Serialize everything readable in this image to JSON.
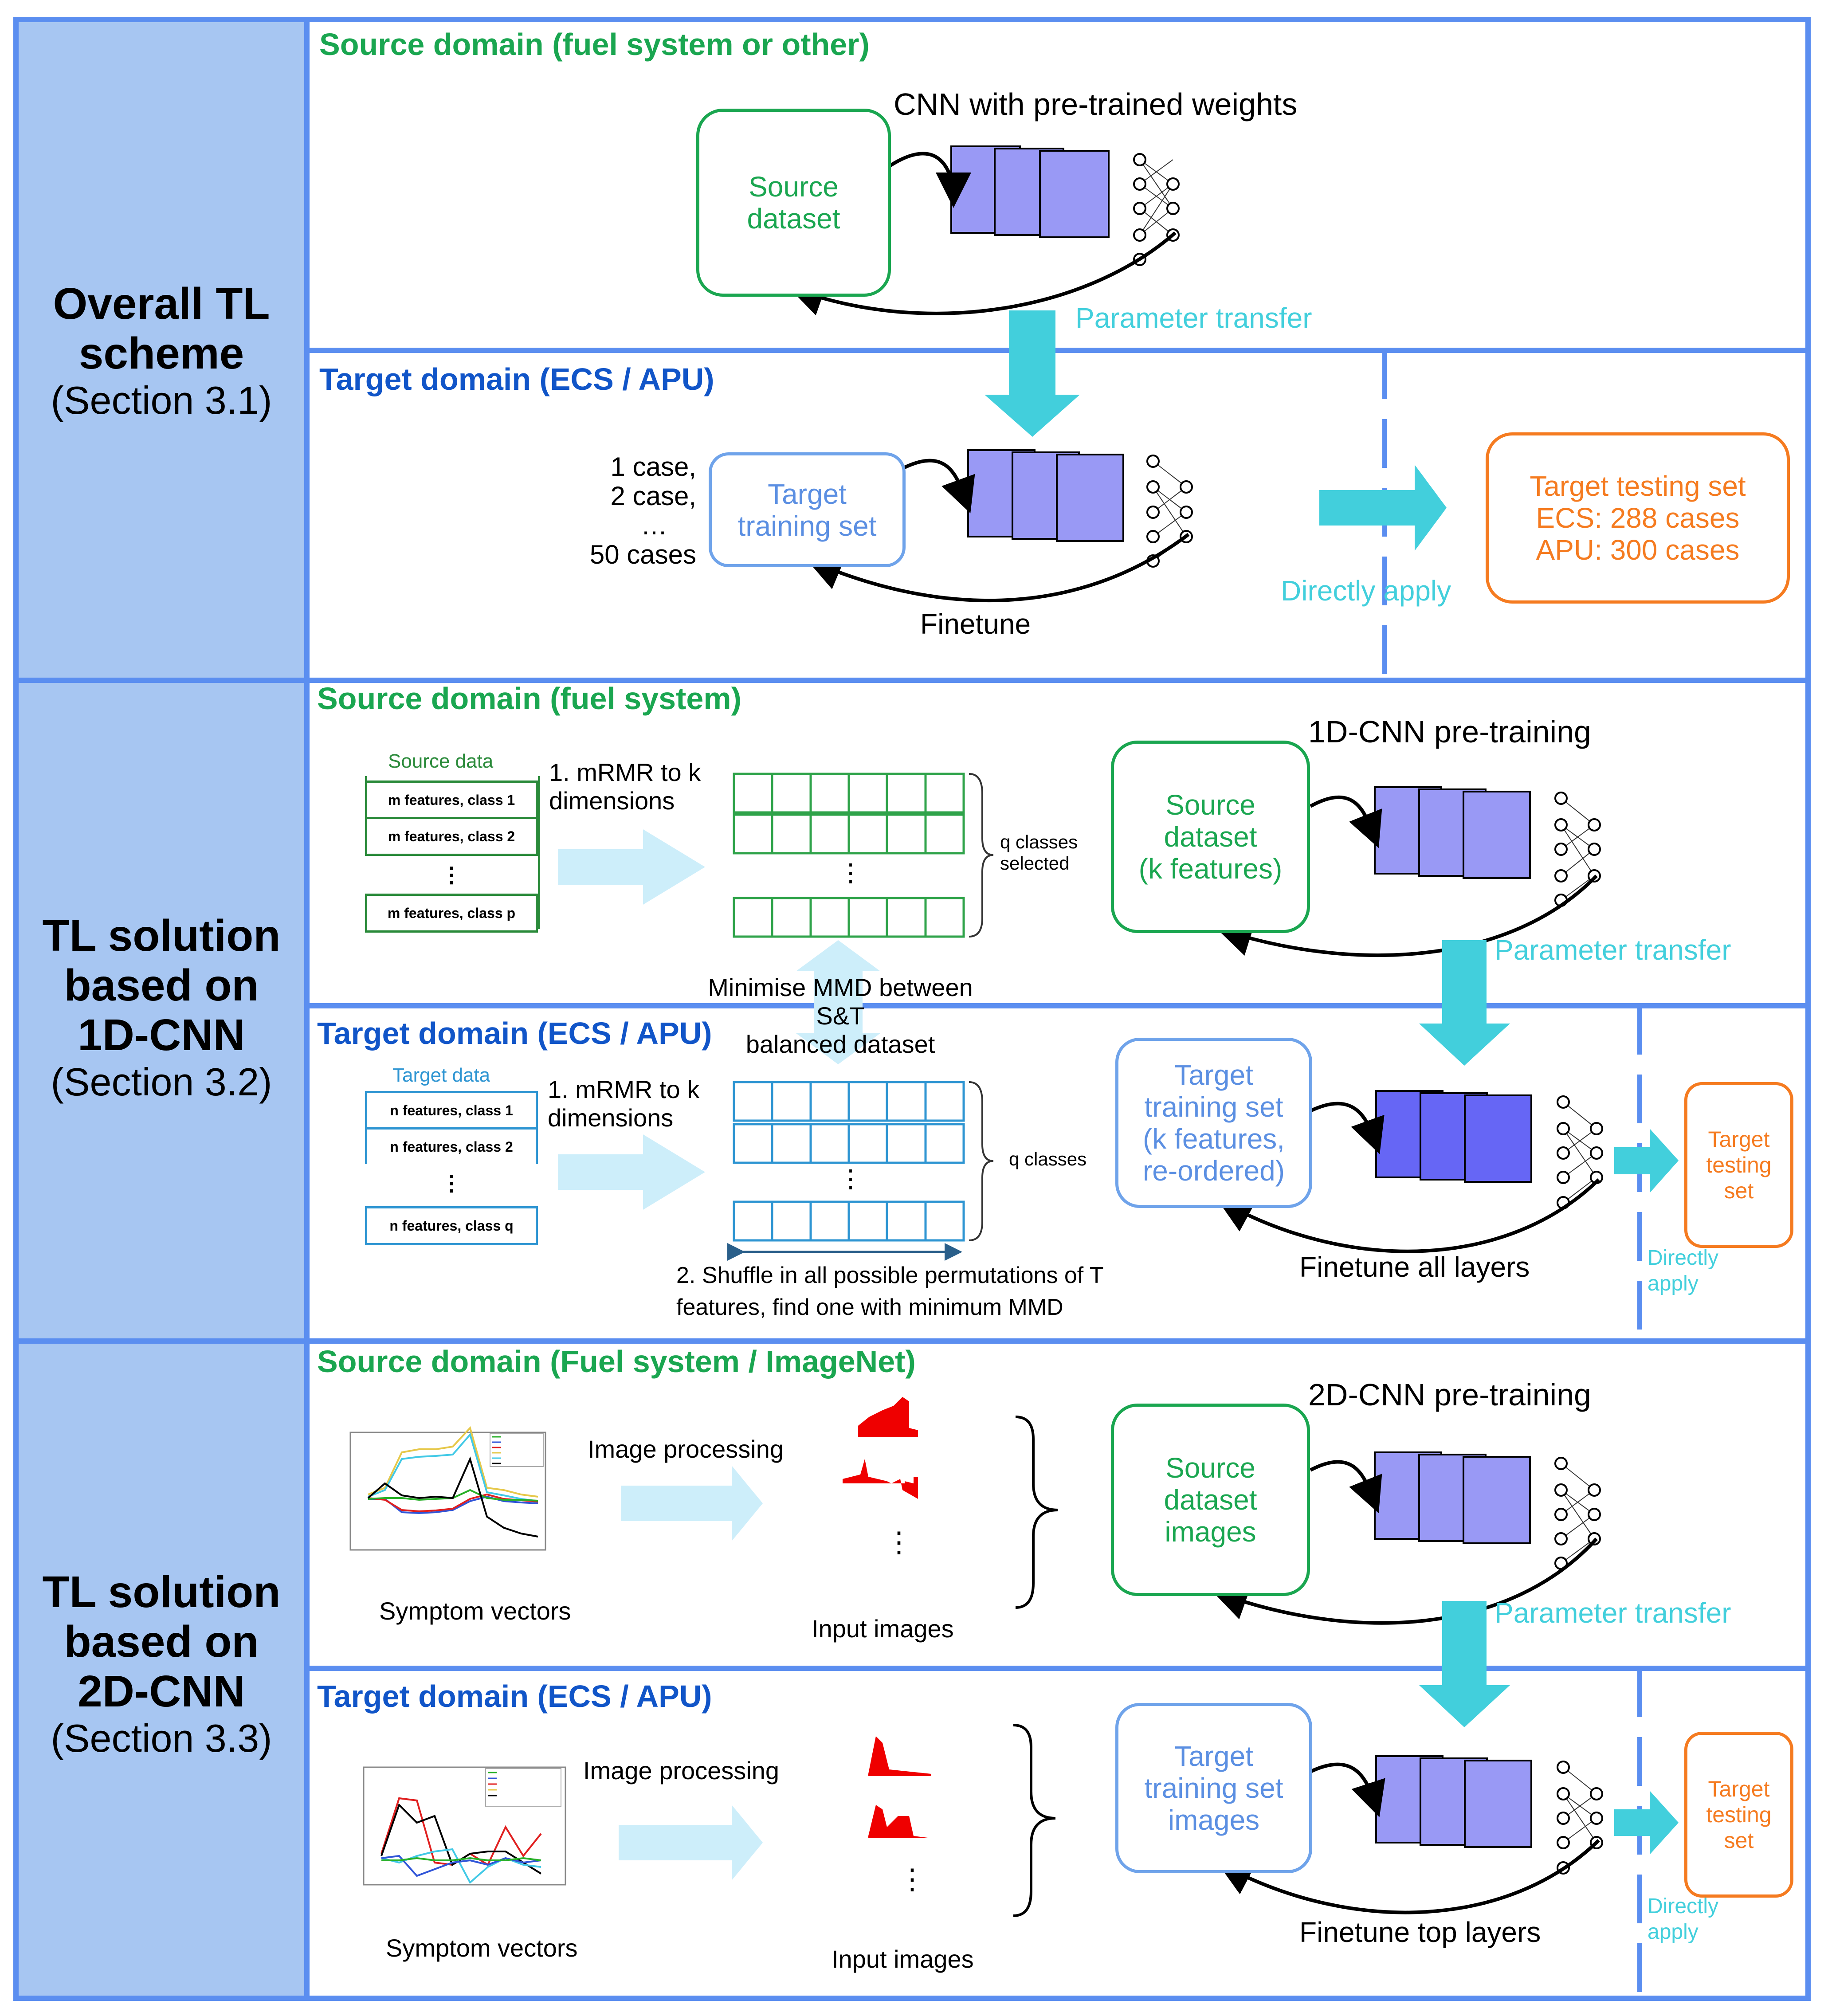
{
  "colors": {
    "frame": "#5b8ef0",
    "sidebar": "#a7c6f2",
    "source_green": "#1aa650",
    "target_blue": "#1155c8",
    "transfer_cyan": "#42cfdc",
    "test_orange": "#f57b20",
    "layer_purple": "#9999f5",
    "layer_purple_dark": "#6666f5",
    "light_arrow": "#cdeefa",
    "plot_red": "#ef0000"
  },
  "sections": [
    {
      "title_lines": [
        "Overall TL",
        "scheme"
      ],
      "subtitle": "(Section 3.1)"
    },
    {
      "title_lines": [
        "TL solution",
        "based on",
        "1D-CNN"
      ],
      "subtitle": "(Section 3.2)"
    },
    {
      "title_lines": [
        "TL solution",
        "based on",
        "2D-CNN"
      ],
      "subtitle": "(Section 3.3)"
    }
  ],
  "s1": {
    "source_header": "Source domain (fuel system or other)",
    "cnn_label": "CNN with pre-trained weights",
    "source_box": [
      "Source",
      "dataset"
    ],
    "param_transfer": "Parameter transfer",
    "target_header": "Target domain (ECS / APU)",
    "cases": [
      "1 case,",
      "2 case,",
      "…",
      "50 cases"
    ],
    "target_box": [
      "Target",
      "training set"
    ],
    "finetune": "Finetune",
    "directly_apply": "Directly apply",
    "test_box": [
      "Target testing set",
      "ECS: 288 cases",
      "APU: 300 cases"
    ]
  },
  "s2": {
    "source_header": "Source domain (fuel system)",
    "source_data_title": "Source data",
    "source_rows": [
      "m features, class 1",
      "m features, class 2",
      "⋮",
      "m features, class p"
    ],
    "mrmr_source": [
      "1. mRMR to k",
      "dimensions"
    ],
    "q_selected": [
      "q classes",
      "selected"
    ],
    "pretrain_label": "1D-CNN pre-training",
    "source_box": [
      "Source",
      "dataset",
      "(k features)"
    ],
    "param_transfer": "Parameter transfer",
    "mmd_label": [
      "Minimise MMD between S&T",
      "balanced dataset"
    ],
    "target_header": "Target domain (ECS / APU)",
    "target_data_title": "Target data",
    "target_rows": [
      "n features, class 1",
      "n features, class 2",
      "⋮",
      "n features, class q"
    ],
    "mrmr_target": [
      "1. mRMR to k",
      "dimensions"
    ],
    "q_classes": "q classes",
    "shuffle": [
      "2. Shuffle in all possible permutations of T",
      "features, find one with minimum MMD"
    ],
    "target_box": [
      "Target",
      "training set",
      "(k features,",
      "re-ordered)"
    ],
    "finetune": "Finetune all layers",
    "test_box": [
      "Target",
      "testing",
      "set"
    ],
    "directly_apply": [
      "Directly",
      "apply"
    ],
    "dots": "⋮"
  },
  "s3": {
    "source_header": "Source domain (Fuel system / ImageNet)",
    "image_processing": "Image processing",
    "symptom_vectors": "Symptom vectors",
    "input_images": "Input images",
    "pretrain_label": "2D-CNN pre-training",
    "source_box": [
      "Source",
      "dataset",
      "images"
    ],
    "param_transfer": "Parameter transfer",
    "target_header": "Target domain (ECS / APU)",
    "target_image_processing": "Image processing",
    "target_symptom_vectors": "Symptom vectors",
    "target_input_images": "Input images",
    "target_box": [
      "Target",
      "training set",
      "images"
    ],
    "finetune": "Finetune top layers",
    "test_box": [
      "Target",
      "testing",
      "set"
    ],
    "directly_apply": [
      "Directly",
      "apply"
    ],
    "dots": "⋮"
  }
}
